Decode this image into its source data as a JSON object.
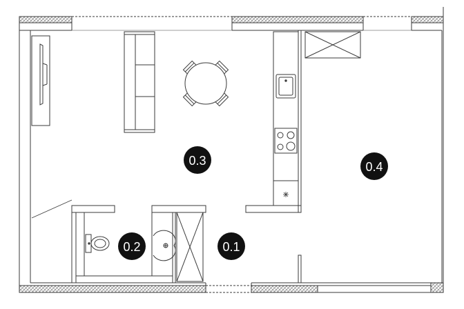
{
  "rooms": [
    {
      "id": "living",
      "label": "0.3"
    },
    {
      "id": "bedroom",
      "label": "0.4"
    },
    {
      "id": "wc",
      "label": "0.2"
    },
    {
      "id": "entry",
      "label": "0.1"
    }
  ],
  "colors": {
    "wall_line": "#3a3a3a",
    "hatch": "#7a7a7a",
    "tag_fill": "#111111",
    "tag_text": "#ffffff",
    "background": "#ffffff"
  }
}
